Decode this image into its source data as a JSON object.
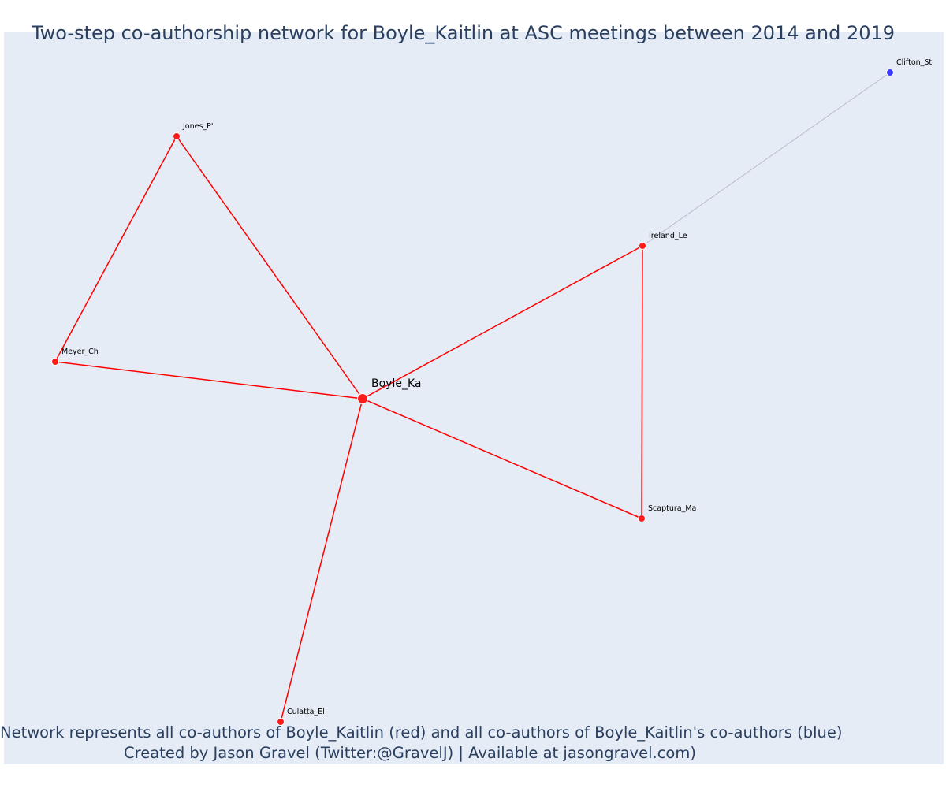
{
  "title": "Two-step co-authorship network for Boyle_Kaitlin at ASC meetings between 2014 and 2019",
  "caption": {
    "line1": "Network represents all co-authors of Boyle_Kaitlin (red) and all co-authors of Boyle_Kaitlin's co-authors (blue)",
    "line2": "Created by Jason Gravel (Twitter:@GravelJ) | Available at jasongravel.com)"
  },
  "colors": {
    "background": "#e5ecf6",
    "first_degree": "#ff1a1a",
    "second_degree": "#3b3bff",
    "first_degree_edge": "#ff0000",
    "second_degree_edge": "#b9bccb"
  },
  "chart_data": {
    "type": "network",
    "nodes": [
      {
        "id": "Boyle_Ka",
        "label": "Boyle_Ka",
        "group": "focal"
      },
      {
        "id": "Jones_P'",
        "label": "Jones_P'",
        "group": "co-author"
      },
      {
        "id": "Meyer_Ch",
        "label": "Meyer_Ch",
        "group": "co-author"
      },
      {
        "id": "Ireland_Le",
        "label": "Ireland_Le",
        "group": "co-author"
      },
      {
        "id": "Scaptura_Ma",
        "label": "Scaptura_Ma",
        "group": "co-author"
      },
      {
        "id": "Culatta_El",
        "label": "Culatta_El",
        "group": "co-author"
      },
      {
        "id": "Clifton_St",
        "label": "Clifton_St",
        "group": "second-step"
      }
    ],
    "edges": [
      {
        "source": "Boyle_Ka",
        "target": "Jones_P'",
        "group": "co-author"
      },
      {
        "source": "Boyle_Ka",
        "target": "Meyer_Ch",
        "group": "co-author"
      },
      {
        "source": "Boyle_Ka",
        "target": "Ireland_Le",
        "group": "co-author"
      },
      {
        "source": "Boyle_Ka",
        "target": "Scaptura_Ma",
        "group": "co-author"
      },
      {
        "source": "Boyle_Ka",
        "target": "Culatta_El",
        "group": "co-author"
      },
      {
        "source": "Jones_P'",
        "target": "Meyer_Ch",
        "group": "co-author"
      },
      {
        "source": "Ireland_Le",
        "target": "Scaptura_Ma",
        "group": "co-author"
      },
      {
        "source": "Ireland_Le",
        "target": "Clifton_St",
        "group": "second-step"
      }
    ]
  }
}
